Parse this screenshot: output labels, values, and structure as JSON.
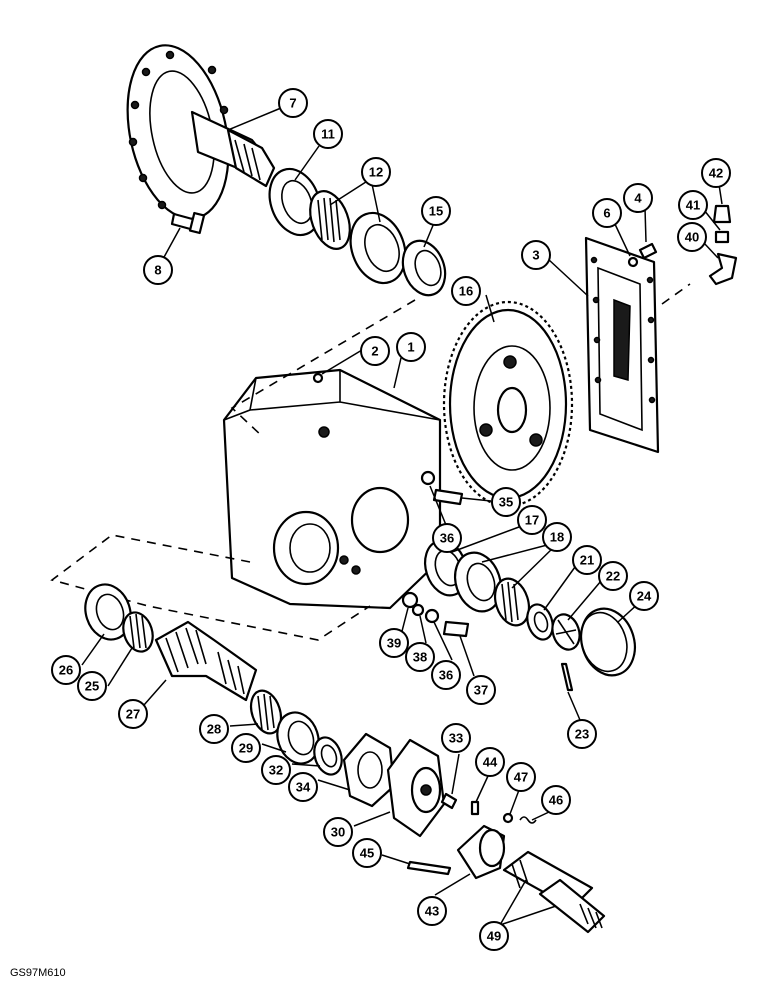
{
  "figure_id": "GS97M610",
  "callouts": [
    {
      "id": "c7",
      "label": "7"
    },
    {
      "id": "c11",
      "label": "11"
    },
    {
      "id": "c12",
      "label": "12"
    },
    {
      "id": "c8",
      "label": "8"
    },
    {
      "id": "c15",
      "label": "15"
    },
    {
      "id": "c42",
      "label": "42"
    },
    {
      "id": "c4",
      "label": "4"
    },
    {
      "id": "c6",
      "label": "6"
    },
    {
      "id": "c41",
      "label": "41"
    },
    {
      "id": "c40",
      "label": "40"
    },
    {
      "id": "c3",
      "label": "3"
    },
    {
      "id": "c16",
      "label": "16"
    },
    {
      "id": "c2",
      "label": "2"
    },
    {
      "id": "c1",
      "label": "1"
    },
    {
      "id": "c35",
      "label": "35"
    },
    {
      "id": "c36a",
      "label": "36"
    },
    {
      "id": "c17",
      "label": "17"
    },
    {
      "id": "c18",
      "label": "18"
    },
    {
      "id": "c21",
      "label": "21"
    },
    {
      "id": "c22",
      "label": "22"
    },
    {
      "id": "c24",
      "label": "24"
    },
    {
      "id": "c26",
      "label": "26"
    },
    {
      "id": "c25",
      "label": "25"
    },
    {
      "id": "c27",
      "label": "27"
    },
    {
      "id": "c39",
      "label": "39"
    },
    {
      "id": "c38",
      "label": "38"
    },
    {
      "id": "c36b",
      "label": "36"
    },
    {
      "id": "c37",
      "label": "37"
    },
    {
      "id": "c23",
      "label": "23"
    },
    {
      "id": "c28",
      "label": "28"
    },
    {
      "id": "c29",
      "label": "29"
    },
    {
      "id": "c32",
      "label": "32"
    },
    {
      "id": "c33",
      "label": "33"
    },
    {
      "id": "c44",
      "label": "44"
    },
    {
      "id": "c47",
      "label": "47"
    },
    {
      "id": "c46",
      "label": "46"
    },
    {
      "id": "c34",
      "label": "34"
    },
    {
      "id": "c30",
      "label": "30"
    },
    {
      "id": "c45",
      "label": "45"
    },
    {
      "id": "c43",
      "label": "43"
    },
    {
      "id": "c49",
      "label": "49"
    }
  ]
}
